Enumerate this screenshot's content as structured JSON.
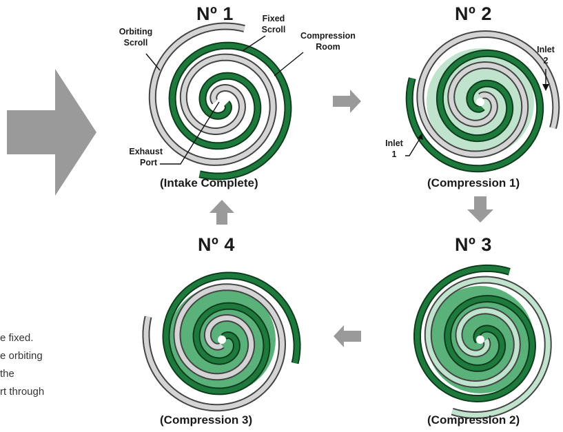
{
  "colors": {
    "green": "#1e7a3c",
    "light_green": "#bfe3cc",
    "light_green_mid": "#5ab27a",
    "gray": "#d4d4d4",
    "arrow_gray": "#9a9a9a"
  },
  "stages": [
    {
      "number": "Nº 1",
      "caption": "(Intake Complete)"
    },
    {
      "number": "Nº 2",
      "caption": "(Compression 1)"
    },
    {
      "number": "Nº 3",
      "caption": "(Compression 2)"
    },
    {
      "number": "Nº 4",
      "caption": "(Compression 3)"
    }
  ],
  "annotations": {
    "orbiting_scroll": [
      "Orbiting",
      "Scroll"
    ],
    "fixed_scroll": [
      "Fixed",
      "Scroll"
    ],
    "compression_room": [
      "Compression",
      "Room"
    ],
    "exhaust_port": [
      "Exhaust",
      "Port"
    ],
    "inlet_1": [
      "Inlet",
      "1"
    ],
    "inlet_2": [
      "Inlet",
      "2"
    ]
  },
  "body_text": [
    "e fixed.",
    "e orbiting",
    "the",
    "rt through"
  ],
  "icons": {
    "big_arrow": "right-arrow-icon",
    "cycle_arrows": [
      "right-arrow-icon",
      "down-arrow-icon",
      "left-arrow-icon",
      "up-arrow-icon"
    ]
  }
}
